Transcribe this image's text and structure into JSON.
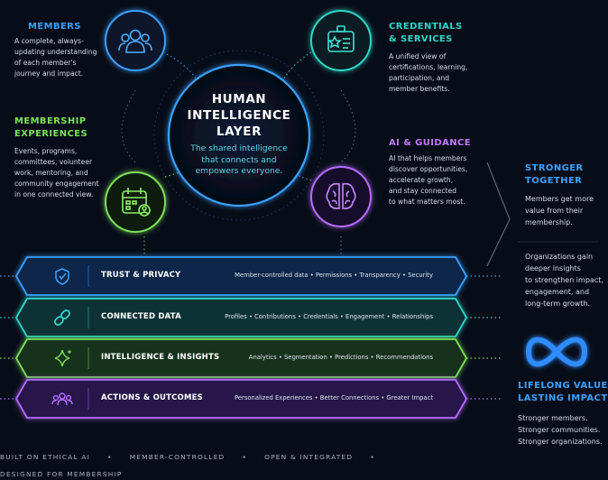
{
  "center": {
    "title_lines": [
      "HUMAN",
      "INTELLIGENCE",
      "LAYER"
    ],
    "subtitle_lines": [
      "The shared intelligence",
      "that connects and",
      "empowers everyone."
    ]
  },
  "members": {
    "title": "MEMBERS",
    "desc_lines": [
      "A complete, always-",
      "updating understanding",
      "of each member's",
      "journey and impact."
    ],
    "icon": "people-icon",
    "color": "#3aa0ff"
  },
  "credentials": {
    "title_lines": [
      "CREDENTIALS",
      "& SERVICES"
    ],
    "desc_lines": [
      "A unified view of",
      "certifications, learning,",
      "participation, and",
      "member benefits."
    ],
    "icon": "badge-icon",
    "color": "#2fd6c8"
  },
  "experiences": {
    "title_lines": [
      "MEMBERSHIP",
      "EXPERIENCES"
    ],
    "desc_lines": [
      "Events, programs,",
      "committees, volunteer",
      "work, mentoring, and",
      "community engagement",
      "in one connected view."
    ],
    "icon": "calendar-icon",
    "color": "#7ee05a"
  },
  "ai": {
    "title": "AI & GUIDANCE",
    "desc_lines": [
      "AI that helps members",
      "discover opportunities,",
      "accelerate growth,",
      "and stay connected",
      "to what matters most."
    ],
    "icon": "brain-icon",
    "color": "#b56cff"
  },
  "bands": [
    {
      "label": "TRUST & PRIVACY",
      "items": "Member-controlled data  •  Permissions  •  Transparency  •  Security",
      "icon": "shield-icon",
      "color": "#3aa0ff",
      "fill": "#0c2748"
    },
    {
      "label": "CONNECTED DATA",
      "items": "Profiles  •  Contributions  •  Credentials  •  Engagement  •  Relationships",
      "icon": "link-icon",
      "color": "#2fd6c8",
      "fill": "#0a3135"
    },
    {
      "label": "INTELLIGENCE & INSIGHTS",
      "items": "Analytics  •  Segmentation  •  Predictions  •  Recommendations",
      "icon": "sparkle-icon",
      "color": "#7ee05a",
      "fill": "#13301a"
    },
    {
      "label": "ACTIONS & OUTCOMES",
      "items": "Personalized Experiences  •  Better Connections  •  Greater Impact",
      "icon": "group-icon",
      "color": "#b56cff",
      "fill": "#27164a"
    }
  ],
  "right": {
    "title_lines": [
      "STRONGER",
      "TOGETHER"
    ],
    "desc1_lines": [
      "Members get more",
      "value from their",
      "membership."
    ],
    "desc2_lines": [
      "Organizations gain",
      "deeper insights",
      "to strengthen impact,",
      "engagement, and",
      "long-term growth."
    ],
    "lifelong_lines": [
      "LIFELONG VALUE",
      "LASTING IMPACT"
    ],
    "stronger_lines": [
      "Stronger members.",
      "Stronger communities.",
      "Stronger organizations."
    ],
    "accent": "#3ea2ff",
    "icon": "infinity-icon"
  },
  "footer": {
    "items": [
      "BUILT ON ETHICAL AI",
      "MEMBER-CONTROLLED",
      "OPEN & INTEGRATED",
      "DESIGNED FOR MEMBERSHIP"
    ]
  }
}
